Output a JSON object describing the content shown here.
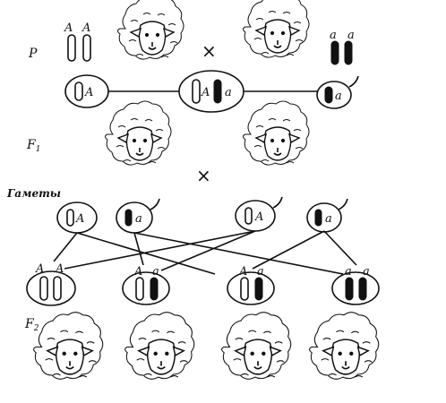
{
  "labels": {
    "parents": "P",
    "f1": "F1",
    "gametes": "Гаметы",
    "f2": "F2",
    "cross": "×"
  },
  "alleles": {
    "dominant": "A",
    "recessive": "a"
  },
  "parents": {
    "p1_genotype": [
      "A",
      "A"
    ],
    "p2_genotype": [
      "a",
      "a"
    ],
    "p1_gamete": "A",
    "hybrid": [
      "A",
      "a"
    ],
    "p2_gamete": "a"
  },
  "gametes": [
    "A",
    "a",
    "A",
    "a"
  ],
  "f2_genotypes": [
    [
      "A",
      "A"
    ],
    [
      "A",
      "a"
    ],
    [
      "A",
      "a"
    ],
    [
      "a",
      "a"
    ]
  ],
  "icons": [
    "sheep-icon",
    "white-chromosome-icon",
    "black-chromosome-icon"
  ]
}
